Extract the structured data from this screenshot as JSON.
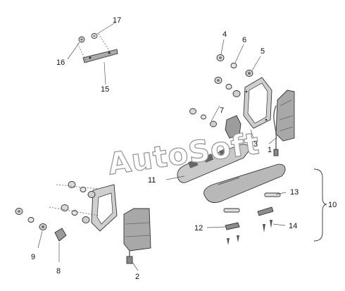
{
  "watermark": "AutoSoft",
  "callouts": {
    "c1": "1",
    "c2": "2",
    "c3": "3",
    "c4": "4",
    "c5": "5",
    "c6": "6",
    "c7": "7",
    "c8": "8",
    "c9": "9",
    "c10": "10",
    "c11": "11",
    "c12": "12",
    "c13": "13",
    "c14": "14",
    "c15": "15",
    "c16": "16",
    "c17": "17"
  },
  "colors": {
    "part_fill": "#d9d9d9",
    "part_dark": "#9c9c9c",
    "line": "#333333"
  }
}
